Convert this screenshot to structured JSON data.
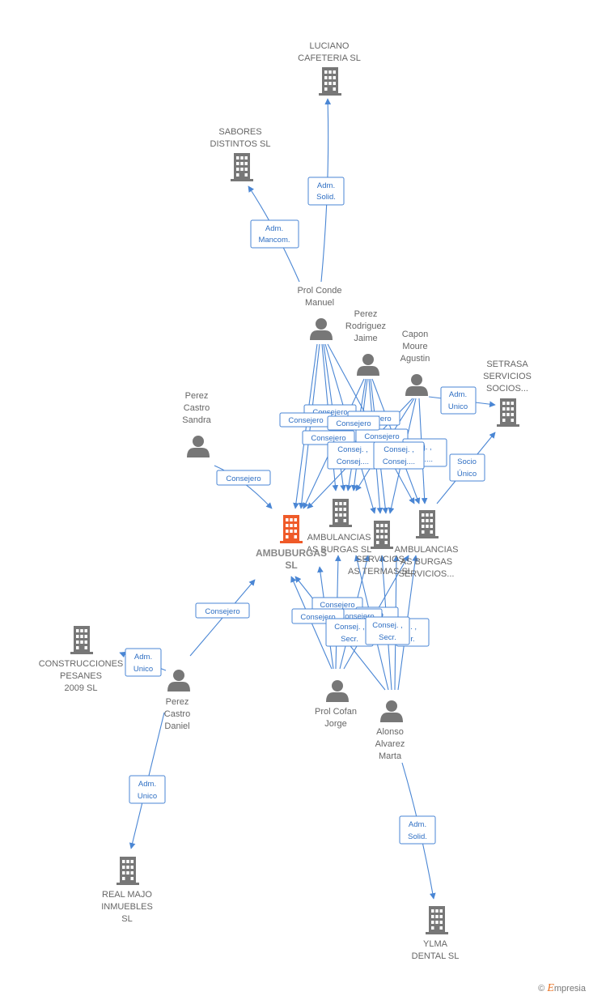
{
  "colors": {
    "edge": "#4a86d4",
    "node": "#777777",
    "main": "#ef5a28"
  },
  "nodes": {
    "luciano": [
      "LUCIANO",
      "CAFETERIA  SL"
    ],
    "sabores": [
      "SABORES",
      "DISTINTOS  SL"
    ],
    "prolconde": [
      "Prol Conde",
      "Manuel"
    ],
    "perezrod": [
      "Perez",
      "Rodriguez",
      "Jaime"
    ],
    "capon": [
      "Capon",
      "Moure",
      "Agustin"
    ],
    "setrasa": [
      "SETRASA",
      "SERVICIOS",
      "SOCIOS..."
    ],
    "perezsandra": [
      "Perez",
      "Castro",
      "Sandra"
    ],
    "ambuburgas": [
      "AMBUBURGAS",
      "SL"
    ],
    "amb1": [
      "AMBULANCIAS",
      "AS BURGAS SL"
    ],
    "amb2": [
      "SERVICIOS",
      "AS TERMAS SL"
    ],
    "amb3": [
      "AMBULANCIAS",
      "AS BURGAS",
      "SERVICIOS..."
    ],
    "construcciones": [
      "CONSTRUCCIONES",
      "PESANES",
      "2009 SL"
    ],
    "perezdaniel": [
      "Perez",
      "Castro",
      "Daniel"
    ],
    "prolcofan": [
      "Prol Cofan",
      "Jorge"
    ],
    "alonso": [
      "Alonso",
      "Alvarez",
      "Marta"
    ],
    "realmajo": [
      "REAL MAJO",
      "INMUEBLES",
      "SL"
    ],
    "ylma": [
      "YLMA",
      "DENTAL  SL"
    ]
  },
  "relations": {
    "adm_solid": [
      "Adm.",
      "Solid."
    ],
    "adm_mancom": [
      "Adm.",
      "Mancom."
    ],
    "adm_unico": [
      "Adm.",
      "Unico"
    ],
    "socio_unico": [
      "Socio",
      "Único"
    ],
    "consejero": "Consejero",
    "consej_secr": [
      "Consej. ,",
      "Secr."
    ],
    "consej_consej": [
      "Consej. ,",
      "Consej...."
    ],
    "consej_partial": [
      "ej. ,",
      "ej...."
    ],
    "consej_partial2": [
      "j. ,",
      "r."
    ],
    "consej_partial3": "jero"
  },
  "footer": {
    "copyright": "©",
    "brand_first": "E",
    "brand_rest": "mpresia"
  }
}
